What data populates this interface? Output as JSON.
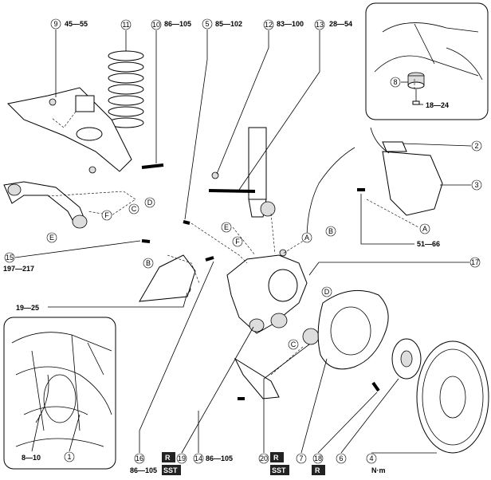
{
  "callouts": {
    "c1": "1",
    "c2": "2",
    "c3": "3",
    "c4": "4",
    "c5": "5",
    "c6": "6",
    "c7": "7",
    "c8": "8",
    "c9": "9",
    "c10": "10",
    "c11": "11",
    "c12": "12",
    "c13": "13",
    "c14": "14",
    "c15": "15",
    "c16": "16",
    "c17": "17",
    "c18": "18",
    "c19": "19",
    "c20": "20"
  },
  "letters": {
    "A": "A",
    "B": "B",
    "C": "C",
    "D": "D",
    "E": "E",
    "F": "F"
  },
  "torques": {
    "t9": "45—55",
    "t10": "86—105",
    "t5": "85—102",
    "t12": "83—100",
    "t13": "28—54",
    "t8": "18—24",
    "t3": "51—66",
    "t15": "197—217",
    "t_bracket": "19—25",
    "t1": "8—10",
    "t16": "86—105",
    "t14": "86—105"
  },
  "badges": {
    "r": "R",
    "sst": "SST"
  },
  "unit": "N·m"
}
